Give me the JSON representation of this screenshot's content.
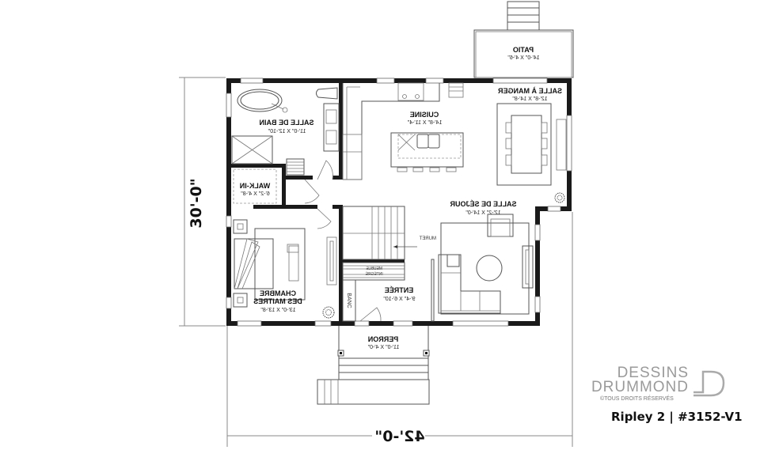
{
  "plan": {
    "orientation": "mirrored",
    "overall_width": "42'-0\"",
    "overall_depth": "30'-0\""
  },
  "rooms": {
    "patio": {
      "name": "PATIO",
      "size": "14'-0\" X 4'-6\""
    },
    "salle_de_bain": {
      "name": "SALLE DE BAIN",
      "size": "11'-0\" X 12'-10\""
    },
    "cuisine": {
      "name": "CUISINE",
      "size": "14'-8\" X 11'-4\""
    },
    "salle_a_manger": {
      "name": "SALLE À MANGER",
      "size": "12'-8\" X 14'-8\""
    },
    "walk_in": {
      "name": "WALK-IN",
      "size": "6'-2\" X 4'-8\""
    },
    "salle_de_sejour": {
      "name": "SALLE DE SÉJOUR",
      "size": "12'-2\" X 14'-0\""
    },
    "chambre": {
      "name_line1": "CHAMBRE",
      "name_line2": "DES MAITRES",
      "size": "13'-0\" X 13'-8\""
    },
    "entree": {
      "name": "ENTRÉE",
      "size": "9'-4\" X 6'-10\""
    },
    "perron": {
      "name": "PERRON",
      "size": "11'-0\" X 4'-0\""
    }
  },
  "annotations": {
    "muret": "MURET",
    "meuble_line1": "MEUBLE",
    "meuble_line2": "INTÉGRÉ",
    "banc": "BANC"
  },
  "branding": {
    "logo_line1": "DESSINS",
    "logo_line2": "DRUMMOND",
    "copyright": "©TOUS DROITS RÉSERVÉS",
    "plan_id": "Ripley 2 | #3152-V1"
  },
  "colors": {
    "wall": "#1a1a1a",
    "line": "#555555",
    "logo_gray": "#9a9a9a"
  }
}
